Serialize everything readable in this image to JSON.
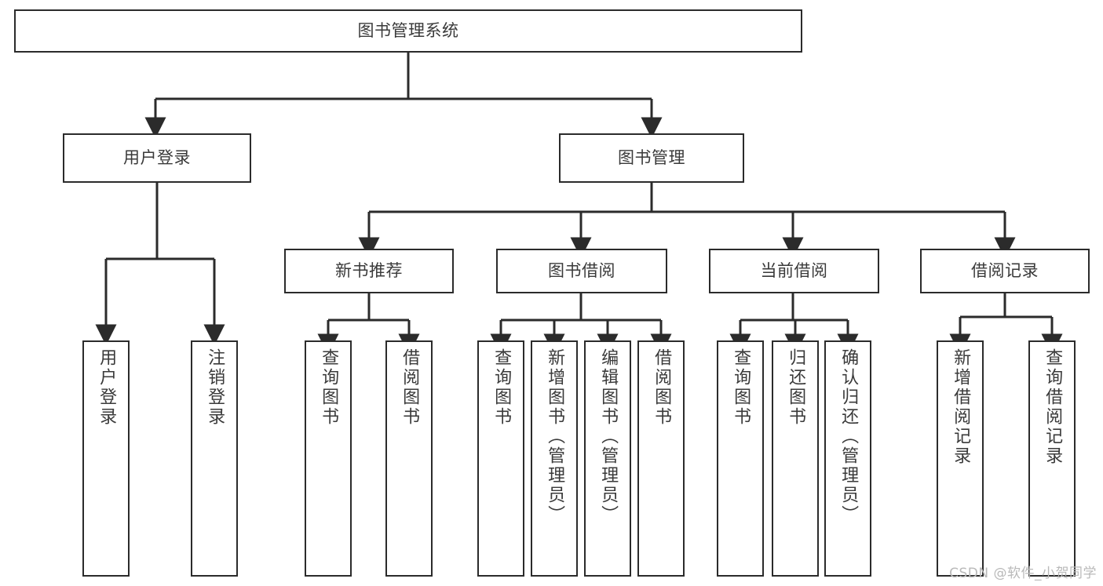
{
  "diagram": {
    "title": "图书管理系统",
    "watermark": "CSDN @软件_小贺同学",
    "accent_color": "#2b2b2b",
    "text_color": "#3a3a3a",
    "background_color": "#ffffff",
    "root": {
      "label": "图书管理系统"
    },
    "level2": [
      {
        "label": "用户登录"
      },
      {
        "label": "图书管理"
      }
    ],
    "level3": [
      {
        "label": "新书推荐"
      },
      {
        "label": "图书借阅"
      },
      {
        "label": "当前借阅"
      },
      {
        "label": "借阅记录"
      }
    ],
    "leaves": {
      "user_login": [
        {
          "label": "用户登录"
        },
        {
          "label": "注销登录"
        }
      ],
      "new_book_recommend": [
        {
          "label": "查询图书"
        },
        {
          "label": "借阅图书"
        }
      ],
      "book_borrow": [
        {
          "label": "查询图书"
        },
        {
          "label": "新增图书（管理员）"
        },
        {
          "label": "编辑图书（管理员）"
        },
        {
          "label": "借阅图书"
        }
      ],
      "current_borrow": [
        {
          "label": "查询图书"
        },
        {
          "label": "归还图书"
        },
        {
          "label": "确认归还（管理员）"
        }
      ],
      "borrow_records": [
        {
          "label": "新增借阅记录"
        },
        {
          "label": "查询借阅记录"
        }
      ]
    }
  }
}
